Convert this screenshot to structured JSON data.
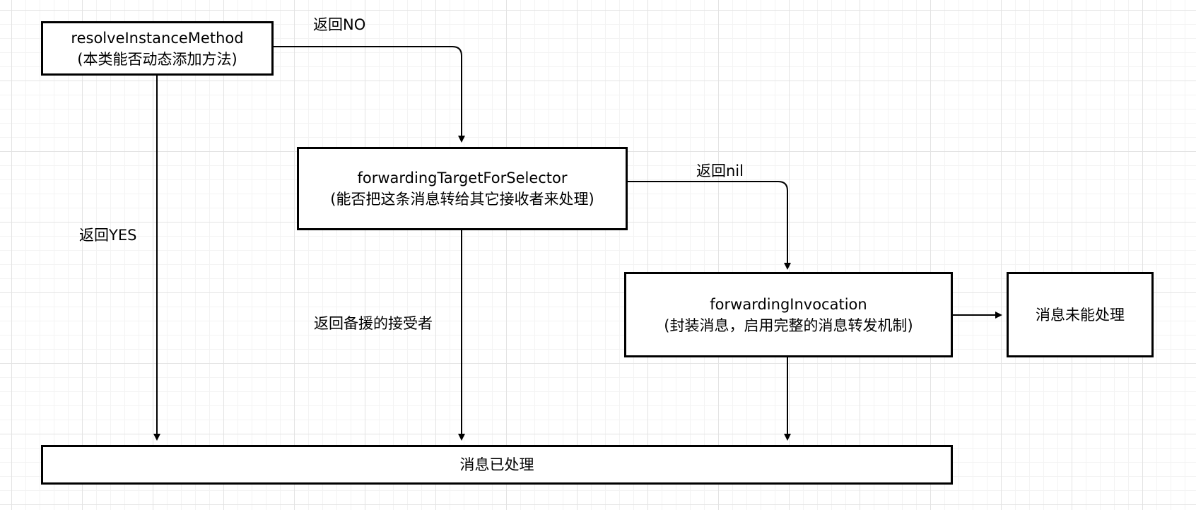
{
  "nodes": {
    "resolve": {
      "line1": "resolveInstanceMethod",
      "line2": "(本类能否动态添加方法)"
    },
    "forwarding_target": {
      "line1": "forwardingTargetForSelector",
      "line2": "(能否把这条消息转给其它接收者来处理)"
    },
    "forwarding_invocation": {
      "line1": "forwardingInvocation",
      "line2": "(封装消息，启用完整的消息转发机制)"
    },
    "unhandled": {
      "line1": "消息未能处理"
    },
    "handled": {
      "line1": "消息已处理"
    }
  },
  "edges": {
    "resolve_no": "返回NO",
    "resolve_yes": "返回YES",
    "target_nil": "返回nil",
    "target_backup": "返回备援的接受者"
  },
  "colors": {
    "stroke": "#000000",
    "grid": "#e3e3e3",
    "background": "#ffffff"
  }
}
